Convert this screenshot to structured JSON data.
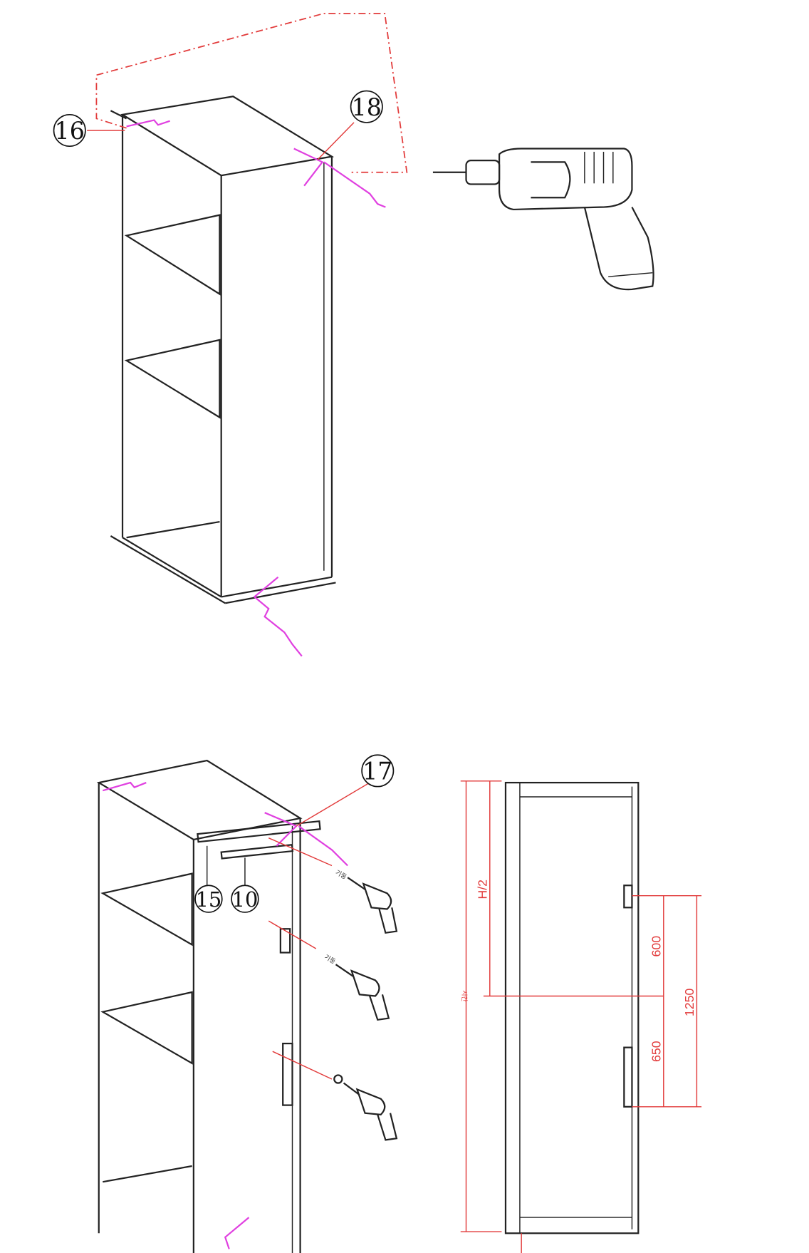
{
  "callouts": {
    "part16": "16",
    "part18": "18",
    "part17": "17",
    "part15": "15",
    "part10": "10"
  },
  "dimensions": {
    "half_height": "H/2",
    "d600": "600",
    "d1250": "1250",
    "d650": "650",
    "side_label": "시간"
  },
  "notes": {
    "pillar_1": "기둥",
    "pillar_2": "기둥"
  },
  "colors": {
    "line": "#222222",
    "dimension": "#e23b3b",
    "hardware": "#e040e0"
  }
}
